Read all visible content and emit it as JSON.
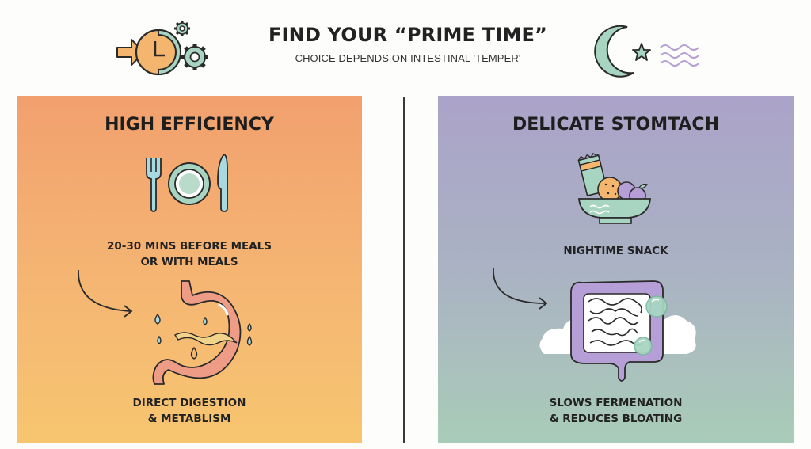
{
  "header": {
    "title": "FIND YOUR “PRIME TIME”",
    "subtitle": "CHOICE DEPENDS ON INTESTINAL 'TEMPER'",
    "left_icon": "clock-with-gears-icon",
    "right_icon": "moon-star-waves-icon"
  },
  "panels": {
    "left": {
      "title": "HIGH EFFICIENCY",
      "icon_top": "plate-fork-knife-icon",
      "timing_line1": "20-30 MINS BEFORE MEALS",
      "timing_line2": "OR WITH MEALS",
      "arrow_icon": "curved-arrow-icon",
      "illustration": "stomach-digestion-icon",
      "result_line1": "DIRECT DIGESTION",
      "result_line2": "& METABLISM",
      "gradient_top": "#f2a06e",
      "gradient_bottom": "#f7c570"
    },
    "right": {
      "title": "DELICATE STOMTACH",
      "icon_top": "snack-bowl-icon",
      "timing_line1": "NIGHTIME SNACK",
      "arrow_icon": "curved-arrow-icon",
      "illustration": "intestines-cloud-icon",
      "result_line1": "SLOWS FERMENATION",
      "result_line2": "& REDUCES BLOATING",
      "gradient_top": "#aba3c9",
      "gradient_bottom": "#a9ccb8"
    }
  },
  "colors": {
    "mint": "#a8d5c2",
    "orange": "#f4b56e",
    "lavender": "#b59fd6",
    "stomach": "#ee9c86",
    "drop": "#a6d9e0",
    "outline": "#2a2a2a"
  }
}
